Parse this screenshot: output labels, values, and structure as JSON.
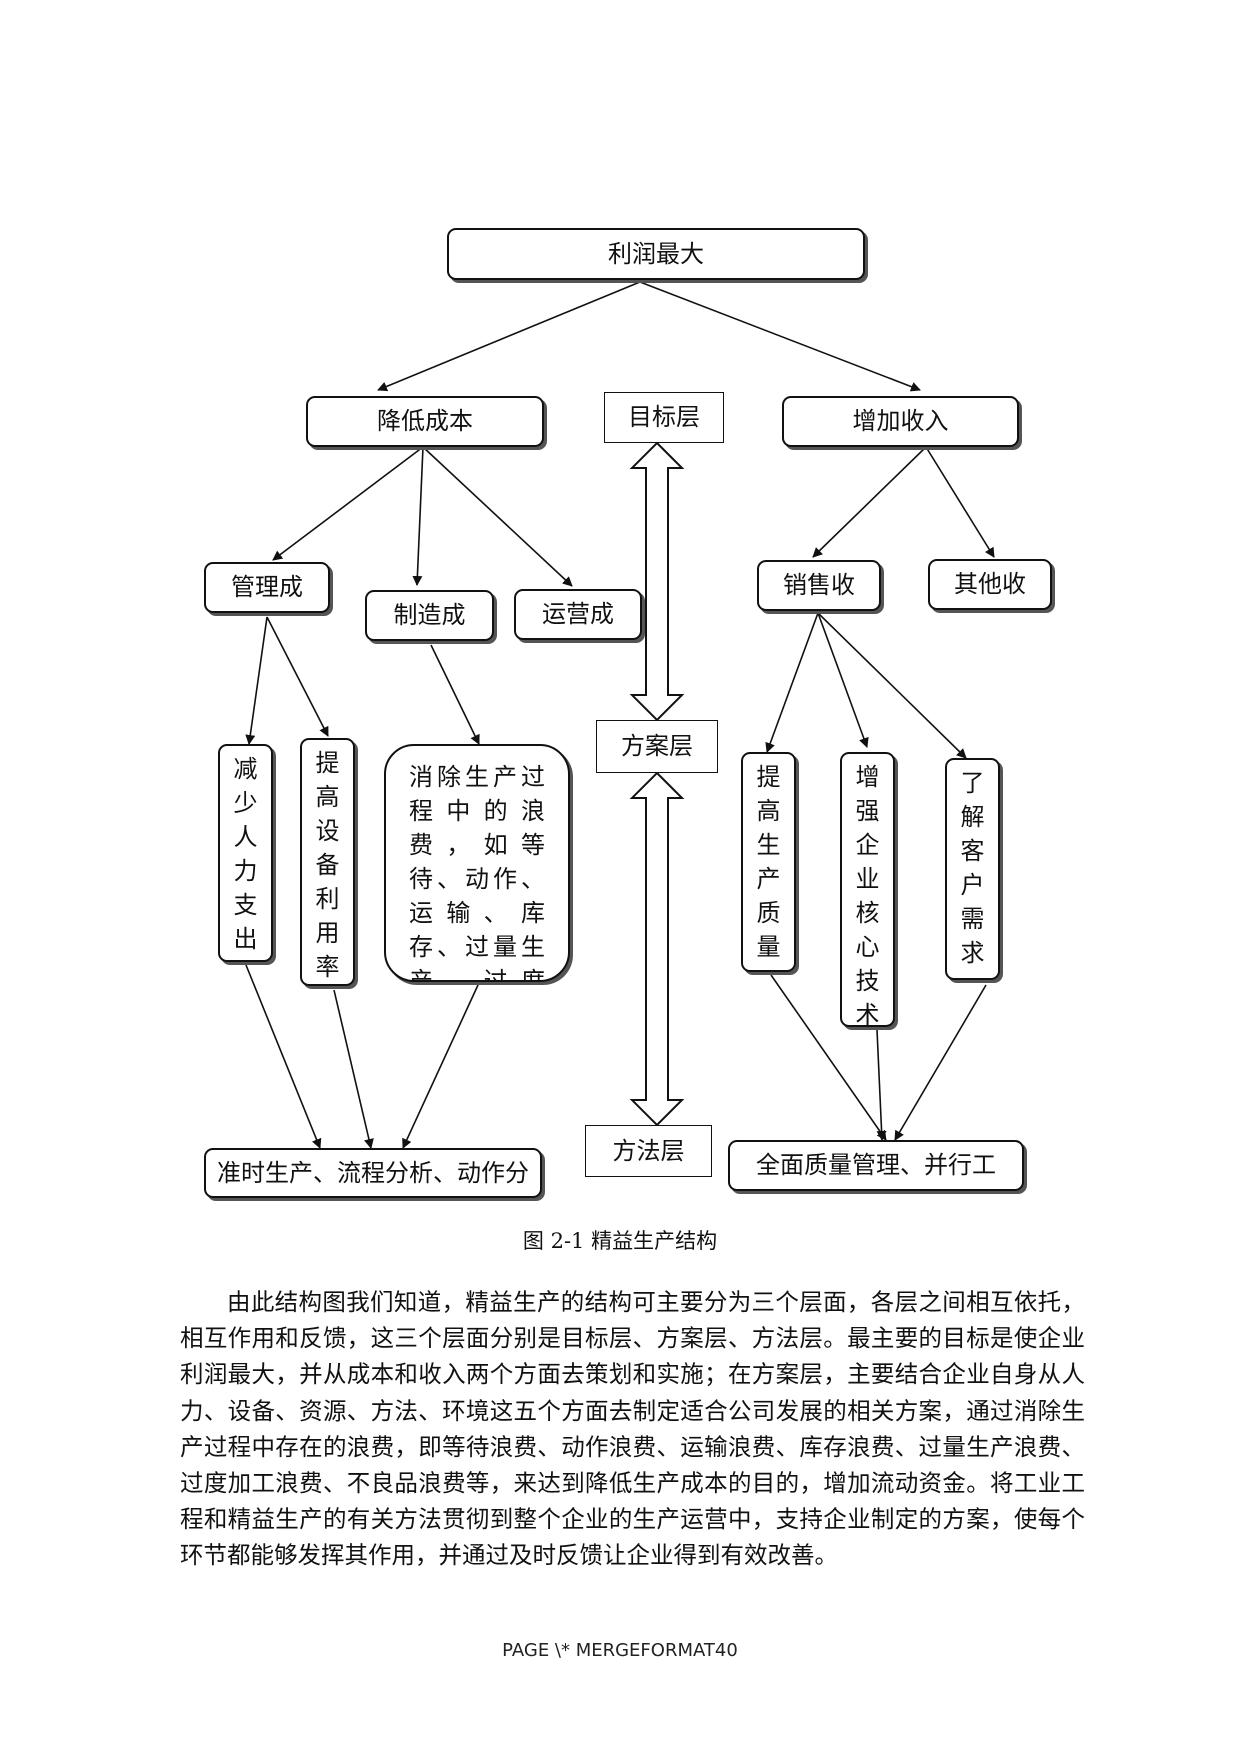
{
  "diagram": {
    "top": "利润最大",
    "reduce_cost": "降低成本",
    "increase_income": "增加收入",
    "mgmt_cost": "管理成",
    "mfg_cost": "制造成",
    "ops_cost": "运营成",
    "sales_income": "销售收",
    "other_income": "其他收",
    "reduce_labor": "减少人力支出",
    "equip_util": "提高设备利用率",
    "eliminate_waste": "消除生产过程中的浪费，如等待、动作、运输、库存、过量生产、过度",
    "quality": "提高生产质量",
    "core_tech": "增强企业核心技术",
    "customer": "了解客户需求",
    "method_left": "准时生产、流程分析、动作分",
    "method_right": "全面质量管理、并行工",
    "layer_goal": "目标层",
    "layer_plan": "方案层",
    "layer_method": "方法层"
  },
  "caption": "图 2-1 精益生产结构",
  "paragraph": "由此结构图我们知道，精益生产的结构可主要分为三个层面，各层之间相互依托，相互作用和反馈，这三个层面分别是目标层、方案层、方法层。最主要的目标是使企业利润最大，并从成本和收入两个方面去策划和实施；在方案层，主要结合企业自身从人力、设备、资源、方法、环境这五个方面去制定适合公司发展的相关方案，通过消除生产过程中存在的浪费，即等待浪费、动作浪费、运输浪费、库存浪费、过量生产浪费、过度加工浪费、不良品浪费等，来达到降低生产成本的目的，增加流动资金。将工业工程和精益生产的有关方法贯彻到整个企业的生产运营中，支持企业制定的方案，使每个环节都能够发挥其作用，并通过及时反馈让企业得到有效改善。",
  "footer": "PAGE   \\* MERGEFORMAT40"
}
